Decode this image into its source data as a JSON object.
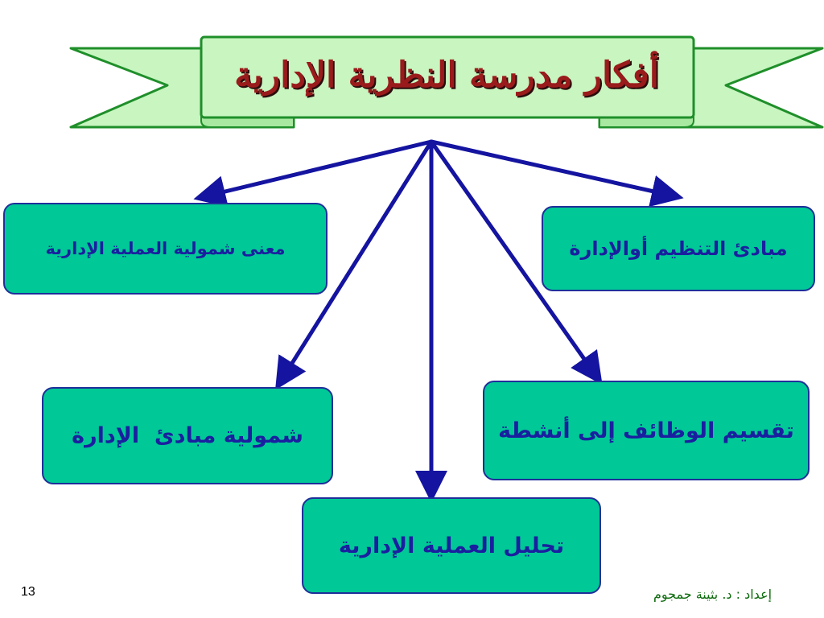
{
  "slide": {
    "title": "أفكار مدرسة النظرية الإدارية",
    "page_number": "13",
    "author": "إعداد : د. بثينة جمجوم"
  },
  "diagram": {
    "nodes": [
      {
        "id": "principles",
        "label": "مبادئ التنظيم أوالإدارة"
      },
      {
        "id": "meaning",
        "label": "معنى شمولية العملية الإدارية"
      },
      {
        "id": "division",
        "label": "تقسيم الوظائف إلى أنشطة"
      },
      {
        "id": "comprehensiveness",
        "label": "شمولية مبادئ  الإدارة"
      },
      {
        "id": "analysis",
        "label": "تحليل العملية الإدارية"
      }
    ]
  },
  "colors": {
    "banner_fill": "#c8f5c0",
    "banner_stroke": "#1f8f2a",
    "box_fill": "#00c896",
    "box_border": "#1f2f9a",
    "box_text": "#1a1fa0",
    "arrow": "#1414a0",
    "title": "#9a1b1b",
    "author": "#0d6b0d"
  }
}
